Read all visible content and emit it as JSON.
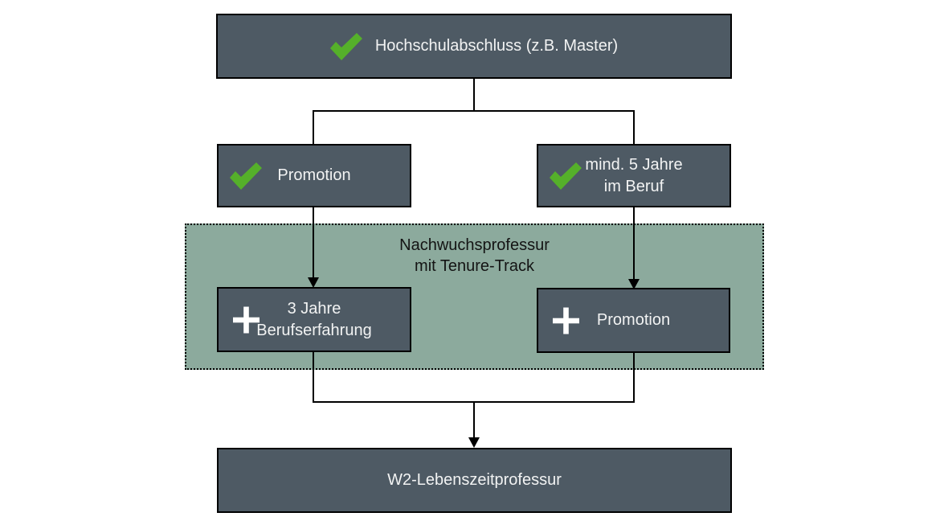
{
  "colors": {
    "page_background": "#ffffff",
    "box_background": "#4e5a64",
    "box_border": "#000000",
    "box_text": "#f2f3f3",
    "zone_background": "#8caa9d",
    "zone_border": "#000000",
    "zone_text": "#141414",
    "check_green": "#55b02a",
    "plus_white": "#ffffff",
    "connector_black": "#000000"
  },
  "nodes": {
    "top": {
      "label": "Hochschulabschluss (z.B. Master)",
      "icon": "check"
    },
    "promotion": {
      "label": "Promotion",
      "icon": "check"
    },
    "experience": {
      "lines": [
        "mind. 5 Jahre",
        "im Beruf"
      ],
      "icon": "check"
    },
    "zone": {
      "title_lines": [
        "Nachwuchsprofessur",
        "mit Tenure-Track"
      ]
    },
    "zone_left": {
      "lines": [
        "3 Jahre",
        "Berufserfahrung"
      ],
      "icon": "plus"
    },
    "zone_right": {
      "label": "Promotion",
      "icon": "plus"
    },
    "bottom": {
      "label": "W2-Lebenszeitprofessur"
    }
  }
}
